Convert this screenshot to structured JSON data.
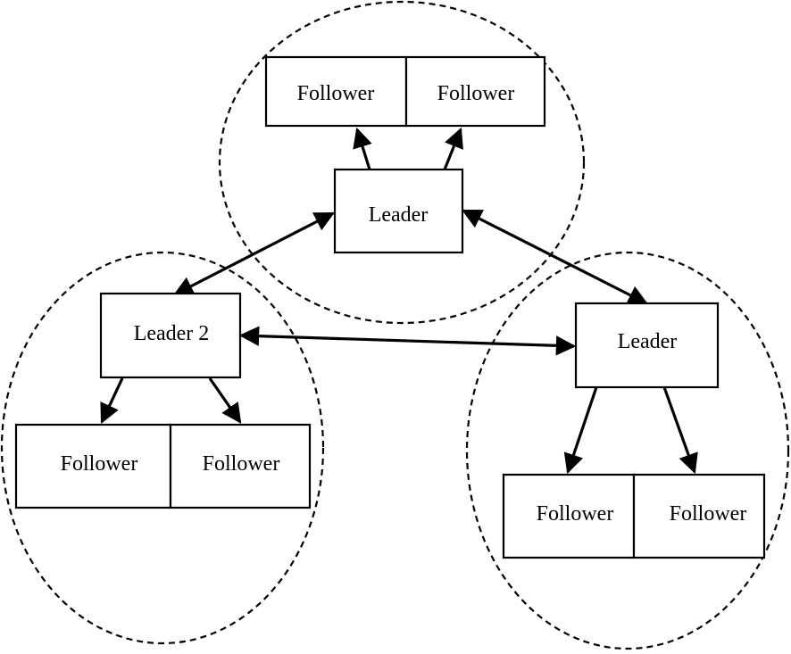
{
  "clusters": [
    {
      "id": "top",
      "leader": "Leader",
      "followers": [
        "Follower",
        "Follower"
      ]
    },
    {
      "id": "left",
      "leader": "Leader 2",
      "followers": [
        "Follower",
        "Follower"
      ]
    },
    {
      "id": "right",
      "leader": "Leader",
      "followers": [
        "Follower",
        "Follower"
      ]
    }
  ],
  "edges": [
    {
      "from": "top.leader",
      "to": "top.follower-1",
      "direction": "forward"
    },
    {
      "from": "top.leader",
      "to": "top.follower-2",
      "direction": "forward"
    },
    {
      "from": "left.leader",
      "to": "left.follower-1",
      "direction": "forward"
    },
    {
      "from": "left.leader",
      "to": "left.follower-2",
      "direction": "forward"
    },
    {
      "from": "right.leader",
      "to": "right.follower-1",
      "direction": "forward"
    },
    {
      "from": "right.leader",
      "to": "right.follower-2",
      "direction": "forward"
    },
    {
      "from": "top.leader",
      "to": "left.leader",
      "direction": "both"
    },
    {
      "from": "top.leader",
      "to": "right.leader",
      "direction": "both"
    },
    {
      "from": "left.leader",
      "to": "right.leader",
      "direction": "both"
    }
  ],
  "colors": {
    "stroke": "#000000",
    "background": "#ffffff"
  }
}
